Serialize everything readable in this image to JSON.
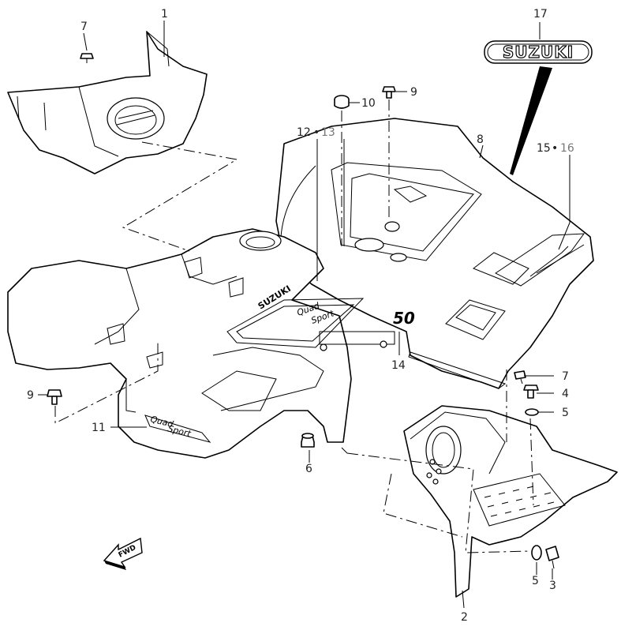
{
  "diagram": {
    "callouts": {
      "c1": "1",
      "c2": "2",
      "c3": "3",
      "c4": "4",
      "c5a": "5",
      "c5b": "5",
      "c6": "6",
      "c7a": "7",
      "c7b": "7",
      "c8": "8",
      "c9a": "9",
      "c9b": "9",
      "c10": "10",
      "c11": "11",
      "c12": "12",
      "c13": "13",
      "c14": "14",
      "c15": "15",
      "c16": "16",
      "c17": "17"
    },
    "decals": {
      "brand": "SUZUKI",
      "quad_sport_top": "Quad",
      "quad_sport_bottom": "Sport",
      "model": "50"
    },
    "fwd_label": "FWD",
    "separator": "•"
  }
}
